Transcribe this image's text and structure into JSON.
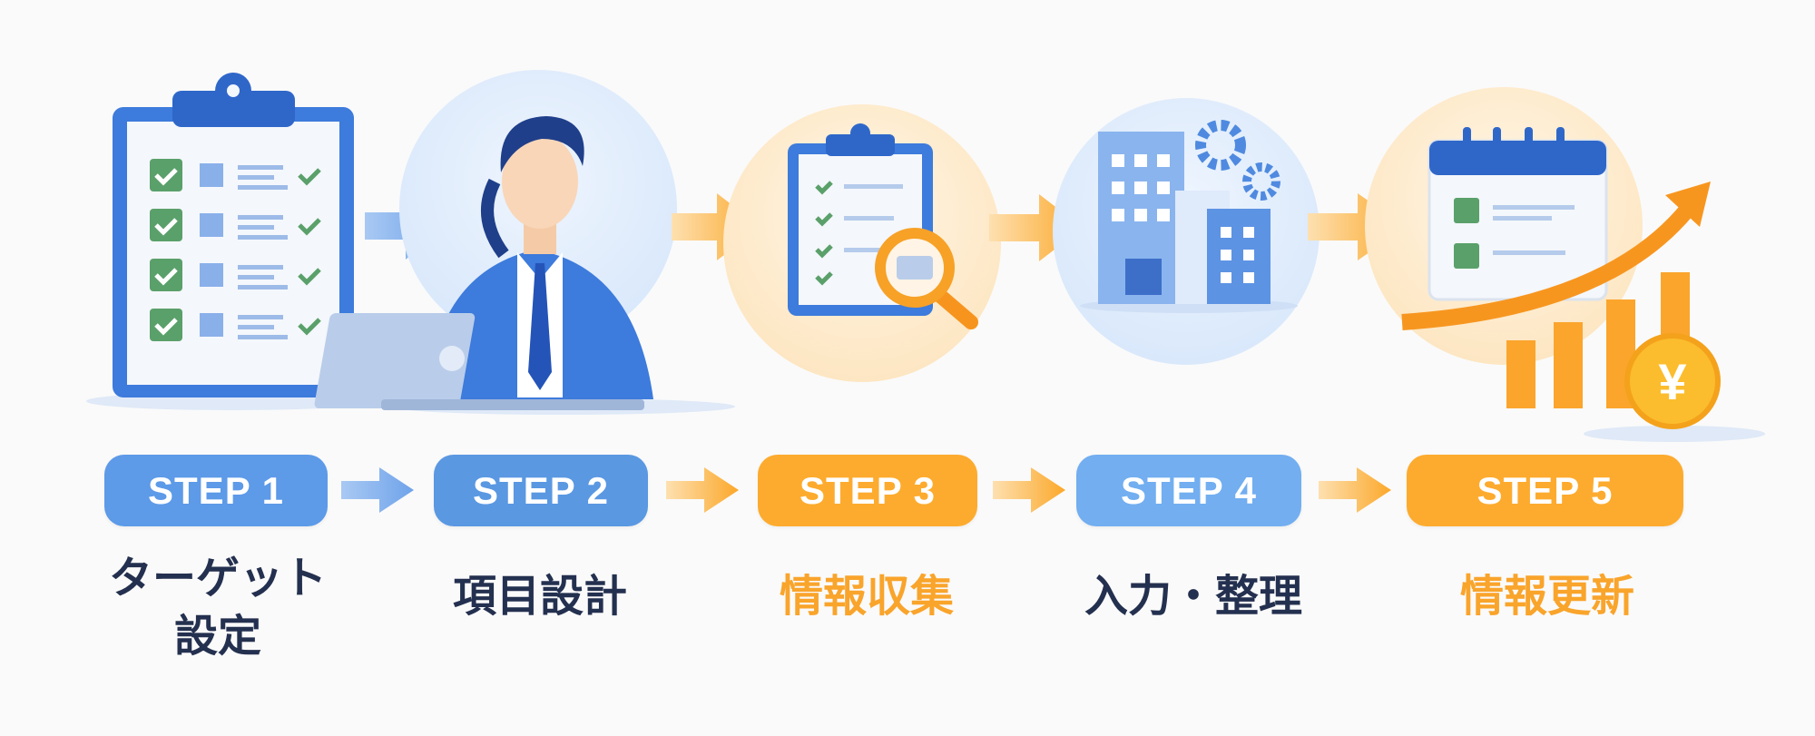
{
  "colors": {
    "blue": "#5d9ae8",
    "blue_light": "#72aef0",
    "orange": "#fdab2e",
    "text_dark": "#24304f",
    "text_orange": "#f9a42b"
  },
  "steps": [
    {
      "badge": "STEP 1",
      "label_line1": "ターゲット",
      "label_line2": "設定",
      "icon": "clipboard-checklist-icon"
    },
    {
      "badge": "STEP 2",
      "label_line1": "項目設計",
      "icon": "businessman-phone-laptop-icon"
    },
    {
      "badge": "STEP 3",
      "label_line1": "情報収集",
      "icon": "clipboard-magnifier-icon"
    },
    {
      "badge": "STEP 4",
      "label_line1": "入力・整理",
      "icon": "buildings-gears-icon"
    },
    {
      "badge": "STEP 5",
      "label_line1": "情報更新",
      "icon": "calendar-growth-yen-icon"
    }
  ],
  "coin_symbol": "¥"
}
